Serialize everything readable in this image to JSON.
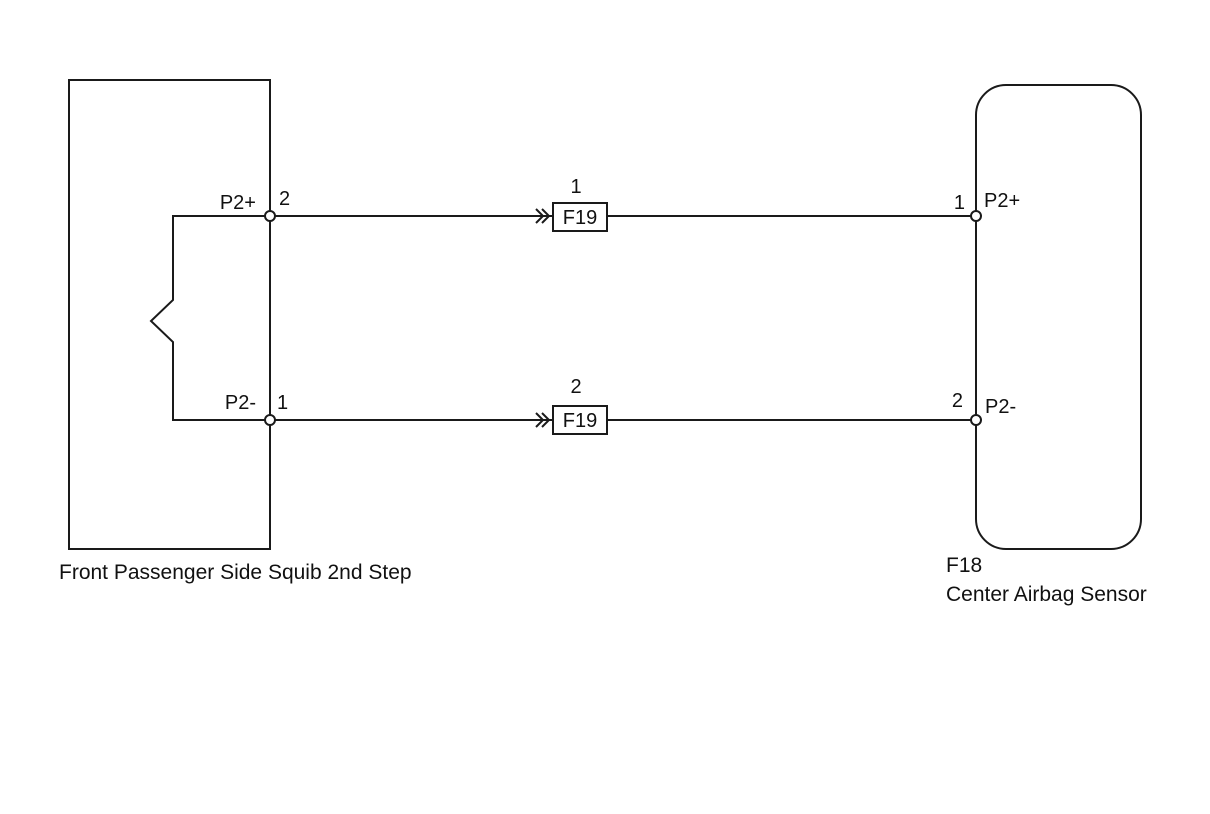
{
  "left_component": {
    "name": "Front Passenger Side Squib 2nd Step",
    "terminals": [
      {
        "signal": "P2+",
        "pin": "2"
      },
      {
        "signal": "P2-",
        "pin": "1"
      }
    ]
  },
  "right_component": {
    "connector": "F18",
    "name": "Center Airbag Sensor",
    "terminals": [
      {
        "signal": "P2+",
        "pin": "1"
      },
      {
        "signal": "P2-",
        "pin": "2"
      }
    ]
  },
  "junction_connectors": [
    {
      "label": "F19",
      "pin": "1"
    },
    {
      "label": "F19",
      "pin": "2"
    }
  ]
}
